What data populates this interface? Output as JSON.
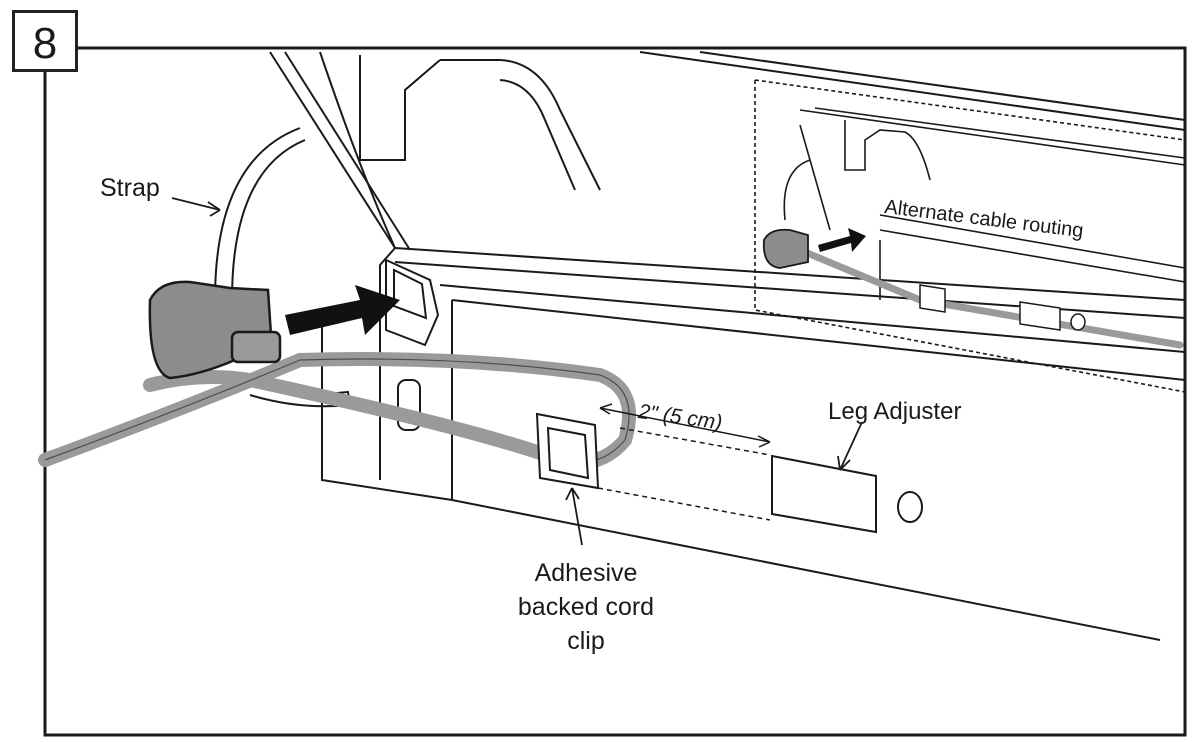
{
  "step_number": "8",
  "labels": {
    "strap": "Strap",
    "alternate_routing": "Alternate cable routing",
    "distance": "2\" (5 cm)",
    "leg_adjuster": "Leg Adjuster",
    "cord_clip": "Adhesive backed cord clip"
  },
  "colors": {
    "outline": "#1a1a1a",
    "cord": "#9a9a9a",
    "plug": "#8c8c8c",
    "arrow": "#111111",
    "background": "#ffffff"
  },
  "icons": [
    "power-plug-icon",
    "insertion-arrow-icon"
  ]
}
